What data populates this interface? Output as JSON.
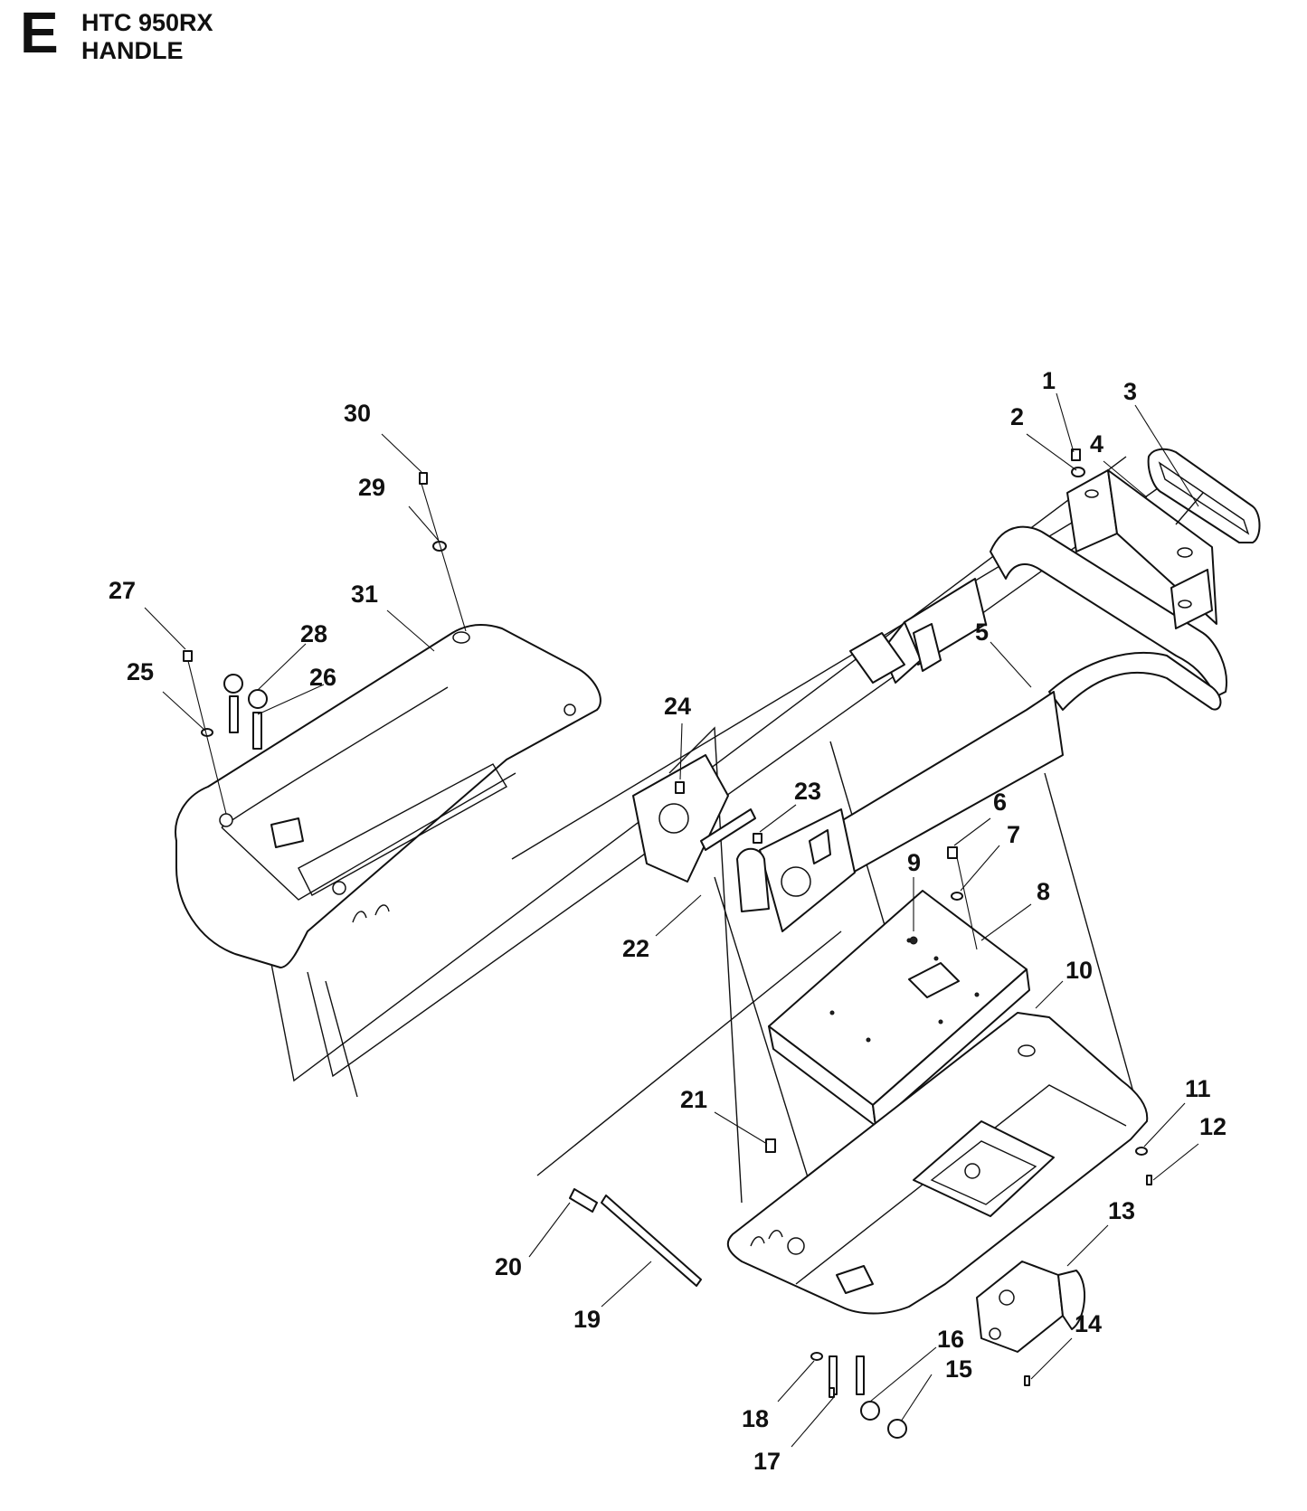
{
  "header": {
    "section_letter": "E",
    "model": "HTC 950RX",
    "assembly": "HANDLE"
  },
  "callouts": [
    "1",
    "2",
    "3",
    "4",
    "5",
    "6",
    "7",
    "8",
    "9",
    "10",
    "11",
    "12",
    "13",
    "14",
    "15",
    "16",
    "17",
    "18",
    "19",
    "20",
    "21",
    "22",
    "23",
    "24",
    "25",
    "26",
    "27",
    "28",
    "29",
    "30",
    "31"
  ]
}
